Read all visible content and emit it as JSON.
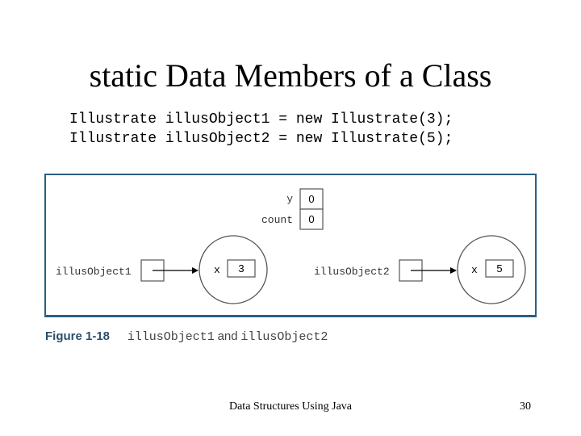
{
  "slide": {
    "title": "static Data Members of a Class",
    "code_line_1": "Illustrate illusObject1 = new Illustrate(3);",
    "code_line_2": "Illustrate illusObject2 = new Illustrate(5);",
    "footer": "Data Structures Using Java",
    "page_number": "30"
  },
  "figure": {
    "static_y_label": "y",
    "static_y_value": "0",
    "static_count_label": "count",
    "static_count_value": "0",
    "ref1_label": "illusObject1",
    "ref2_label": "illusObject2",
    "obj1_field": "x",
    "obj1_value": "3",
    "obj2_field": "x",
    "obj2_value": "5"
  },
  "caption": {
    "figure_number": "Figure 1-18",
    "name1": "illusObject1",
    "joiner": "and",
    "name2": "illusObject2"
  },
  "colors": {
    "frame": "#2b5f84",
    "caption_figure": "#2b4f6e"
  }
}
